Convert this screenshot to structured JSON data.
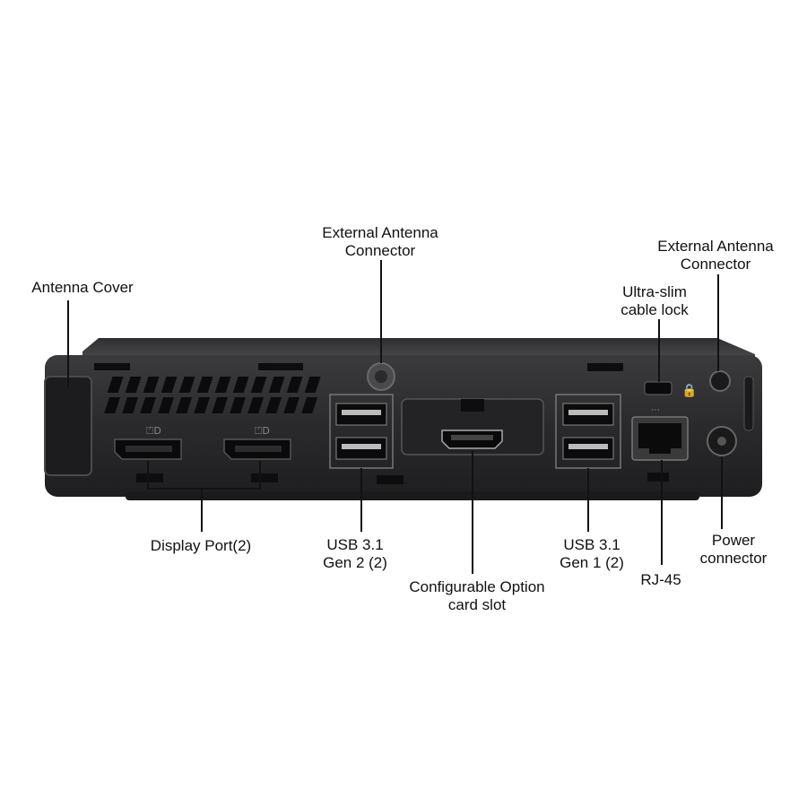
{
  "labels": {
    "antenna_cover": "Antenna Cover",
    "ext_antenna_center": [
      "External Antenna",
      "Connector"
    ],
    "ext_antenna_right": [
      "External Antenna",
      "Connector"
    ],
    "cable_lock": [
      "Ultra-slim",
      "cable lock"
    ],
    "display_port": "Display Port(2)",
    "usb_gen2": [
      "USB 3.1",
      "Gen 2 (2)"
    ],
    "option_slot": [
      "Configurable Option",
      "card slot"
    ],
    "usb_gen1": [
      "USB 3.1",
      "Gen 1 (2)"
    ],
    "rj45": "RJ-45",
    "power": [
      "Power",
      "connector"
    ]
  },
  "colors": {
    "chassis": "#2b2b2d",
    "chassis_top": "#3a3a3c",
    "port": "#0c0c0c",
    "line": "#111111"
  }
}
